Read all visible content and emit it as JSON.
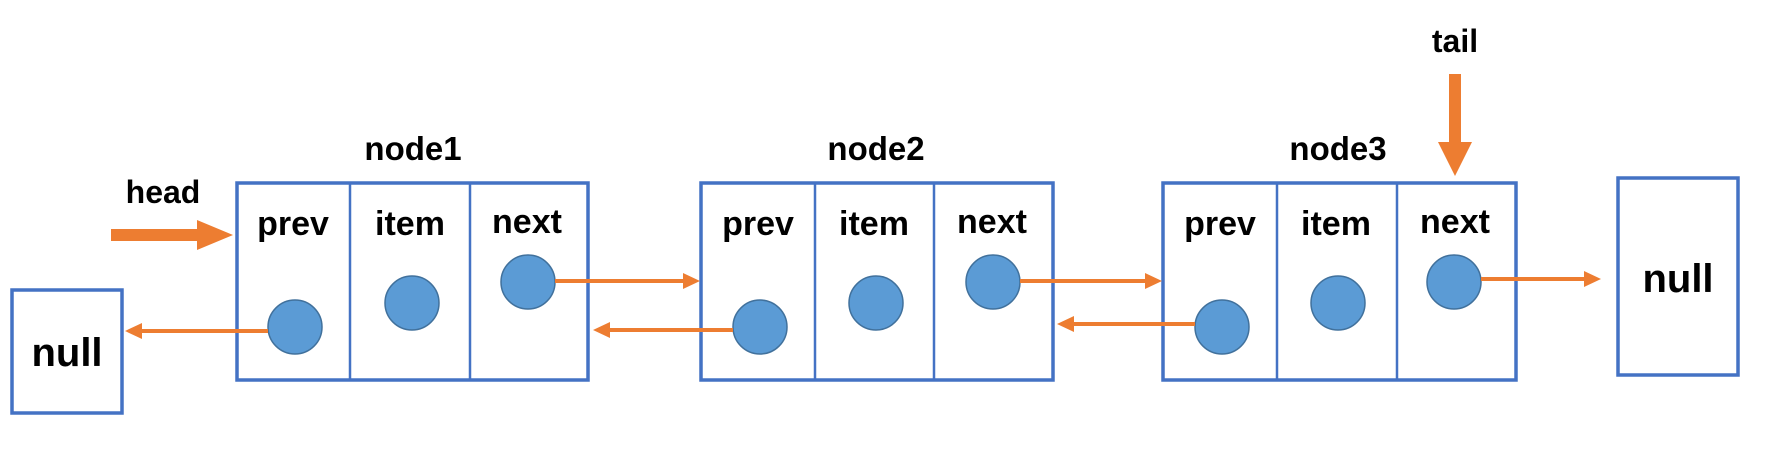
{
  "nodes": [
    {
      "title": "node1",
      "fields": [
        "prev",
        "item",
        "next"
      ]
    },
    {
      "title": "node2",
      "fields": [
        "prev",
        "item",
        "next"
      ]
    },
    {
      "title": "node3",
      "fields": [
        "prev",
        "item",
        "next"
      ]
    }
  ],
  "null_left": "null",
  "null_right": "null",
  "head_label": "head",
  "tail_label": "tail",
  "colors": {
    "box_border": "#4472c4",
    "pointer_dot": "#5b9bd5",
    "arrow": "#ed7d31"
  }
}
